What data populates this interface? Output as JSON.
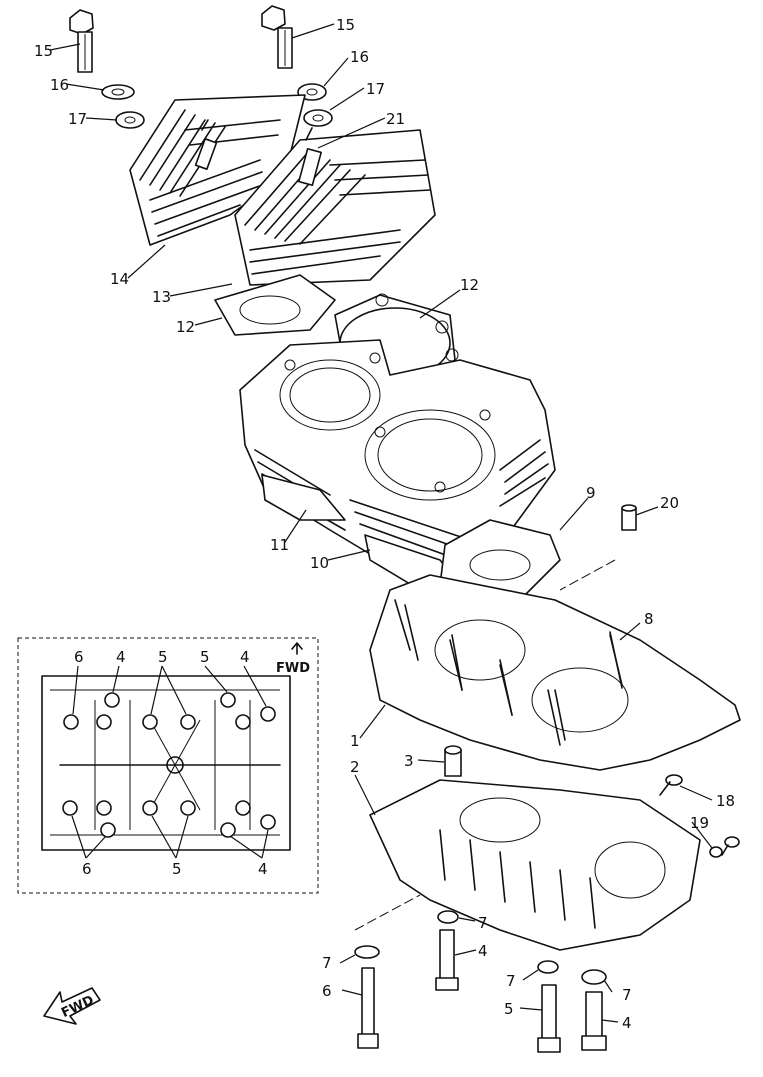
{
  "callouts": {
    "c15a": "15",
    "c16a": "16",
    "c17a": "17",
    "c15b": "15",
    "c16b": "16",
    "c17b": "17",
    "c21": "21",
    "c14": "14",
    "c13": "13",
    "c12a": "12",
    "c12b": "12",
    "c11": "11",
    "c10": "10",
    "c9": "9",
    "c20": "20",
    "c8": "8",
    "c1": "1",
    "c2": "2",
    "c3": "3",
    "c18": "18",
    "c19": "19",
    "c7a": "7",
    "c4a": "4",
    "c7b": "7",
    "c6": "6",
    "c7c": "7",
    "c5": "5",
    "c7d": "7",
    "c4b": "4"
  },
  "inset": {
    "fwd_label": "FWD",
    "top_labels": [
      "6",
      "4",
      "5",
      "5",
      "4"
    ],
    "bottom_labels": [
      "6",
      "5",
      "4"
    ]
  },
  "fwd_arrow_label": "FWD"
}
